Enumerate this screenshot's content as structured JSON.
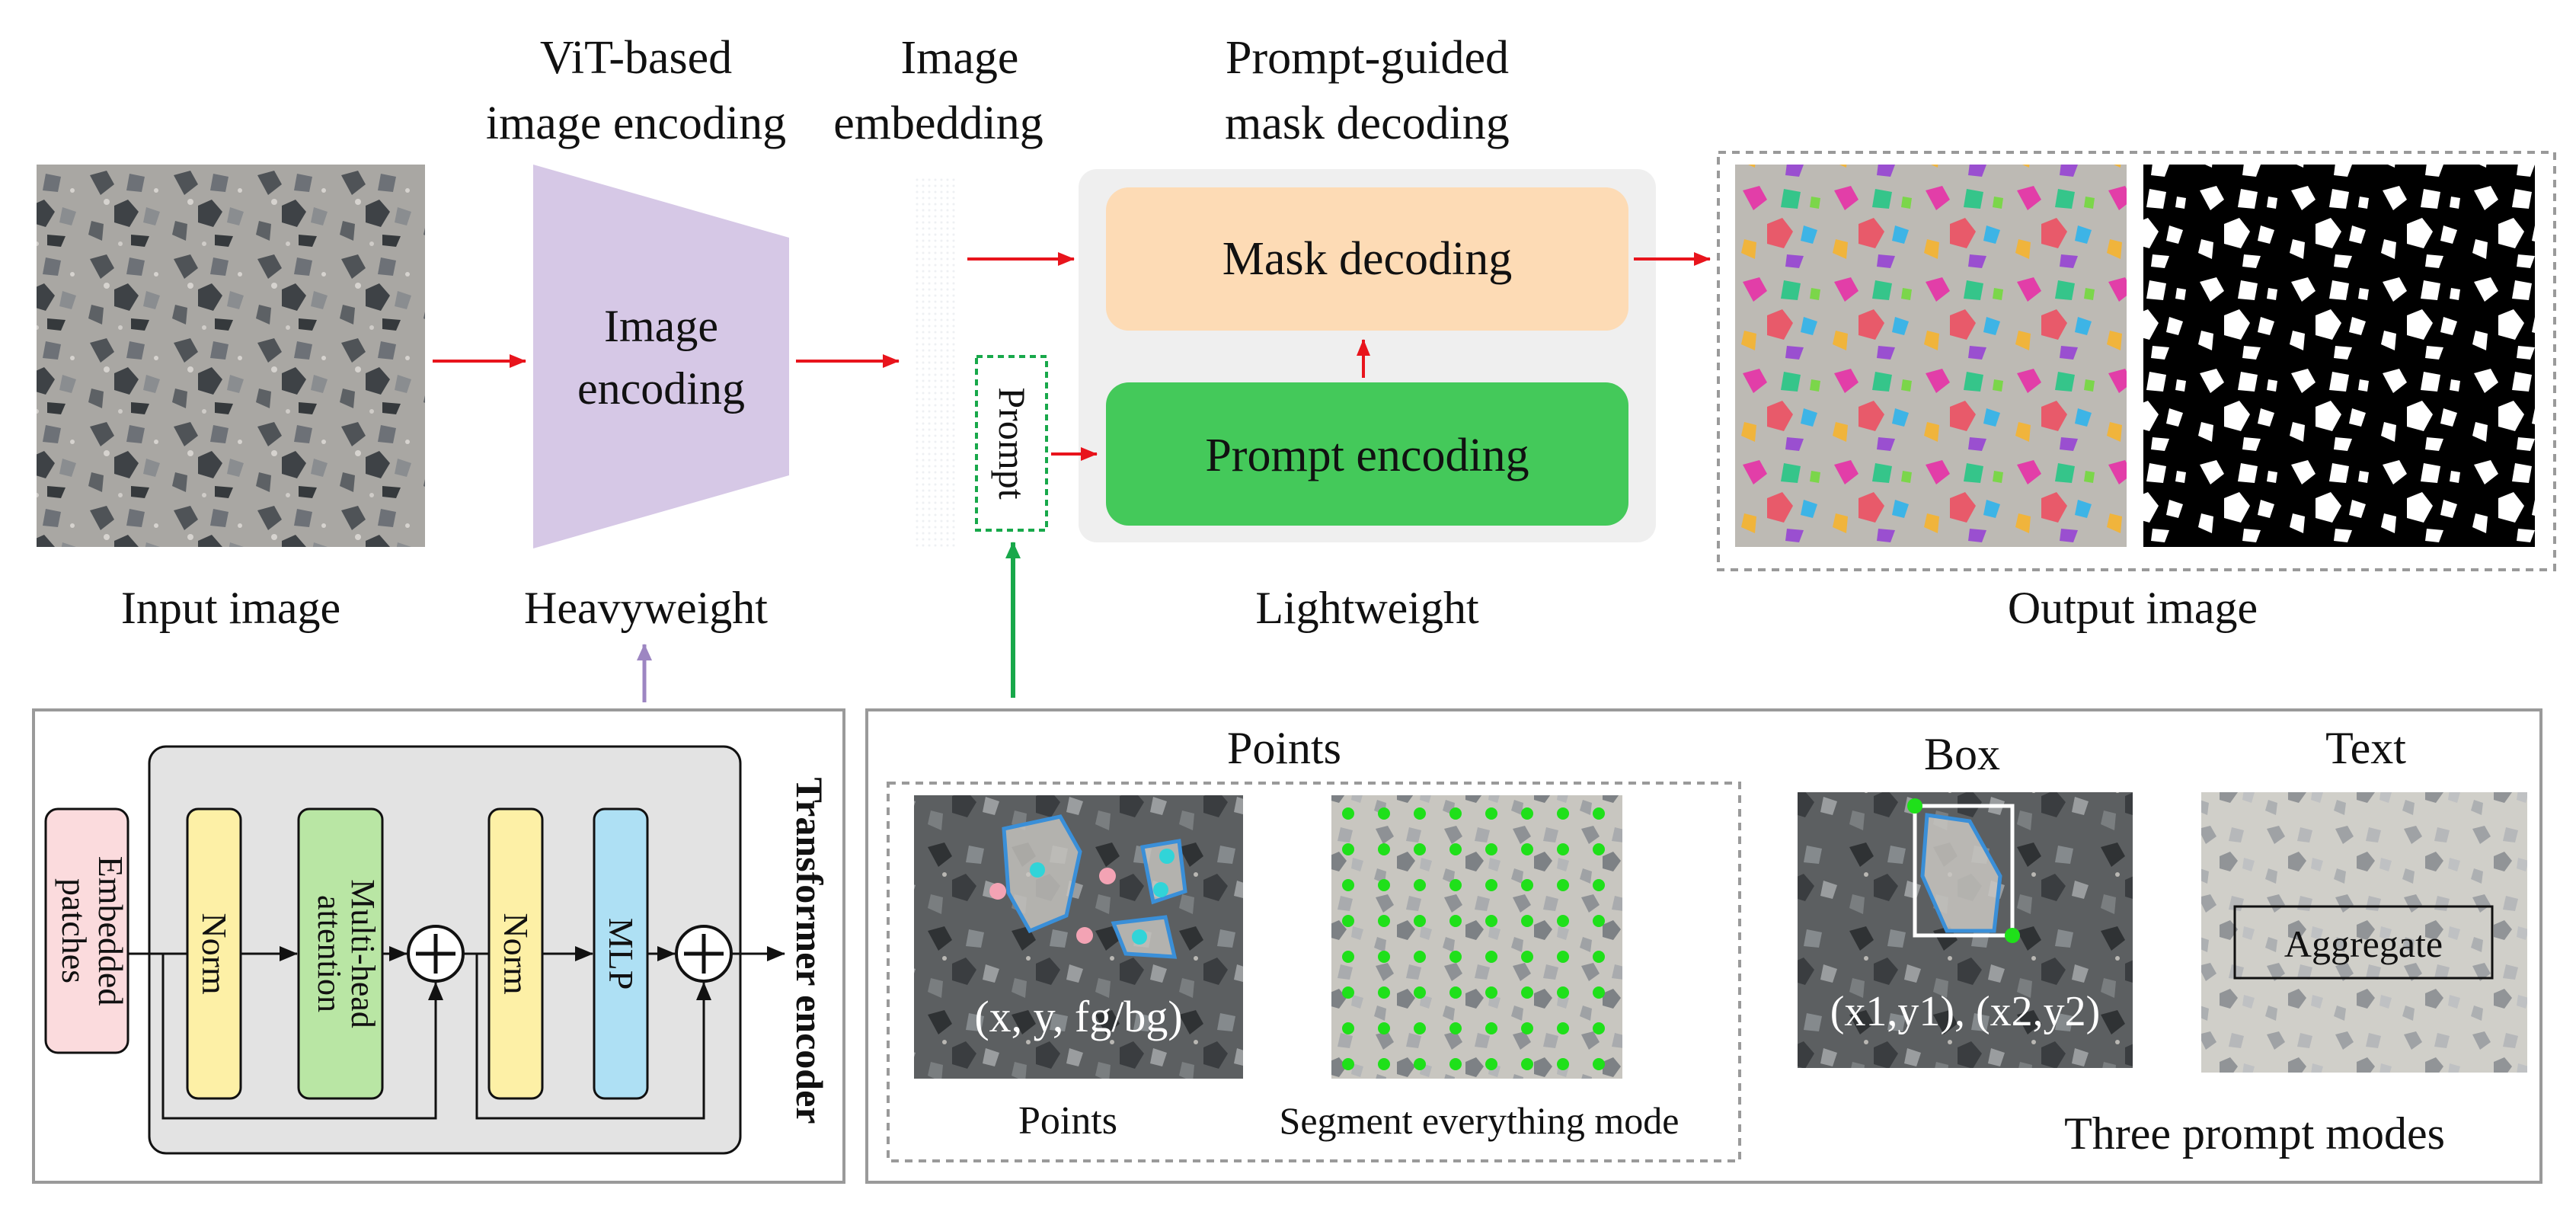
{
  "pipeline": {
    "header_vit_line1": "ViT-based",
    "header_vit_line2": "image encoding",
    "header_embed_line1": "Image",
    "header_embed_line2": "embedding",
    "header_prompt_line1": "Prompt-guided",
    "header_prompt_line2": "mask decoding",
    "encoder_label_line1": "Image",
    "encoder_label_line2": "encoding",
    "mask_decoding": "Mask decoding",
    "prompt_encoding": "Prompt encoding",
    "prompt_box": "Prompt",
    "input_label": "Input image",
    "heavy_label": "Heavyweight",
    "light_label": "Lightweight",
    "output_label": "Output image"
  },
  "transformer": {
    "title": "Transformer encoder",
    "embedded_line1": "Embedded",
    "embedded_line2": "patches",
    "norm1": "Norm",
    "attention_line1": "Multi-head",
    "attention_line2": "attention",
    "norm2": "Norm",
    "mlp": "MLP"
  },
  "prompt_modes": {
    "points_header": "Points",
    "points_formula": "(x, y, fg/bg)",
    "points_caption": "Points",
    "everything_caption": "Segment everything mode",
    "box_header": "Box",
    "box_formula": "(x1,y1), (x2,y2)",
    "text_header": "Text",
    "text_example": "Aggregate",
    "panel_caption": "Three prompt modes"
  },
  "colors": {
    "arrow_red": "#e8141c",
    "arrow_green": "#18a84a",
    "arrow_purple": "#9d86c2",
    "encoder_purple": "#d6c8e6",
    "mask_orange": "#fddbb5",
    "prompt_green": "#44c95a",
    "norm_yellow": "#fdf0a6",
    "attention_green": "#b9e6a4",
    "mlp_blue": "#aee0f4",
    "embed_pink": "#fbdbdd",
    "point_green": "#1fe01a",
    "point_cyan": "#31d4d8",
    "point_pink": "#f3a3b4",
    "contour_blue": "#3a8fd8"
  }
}
